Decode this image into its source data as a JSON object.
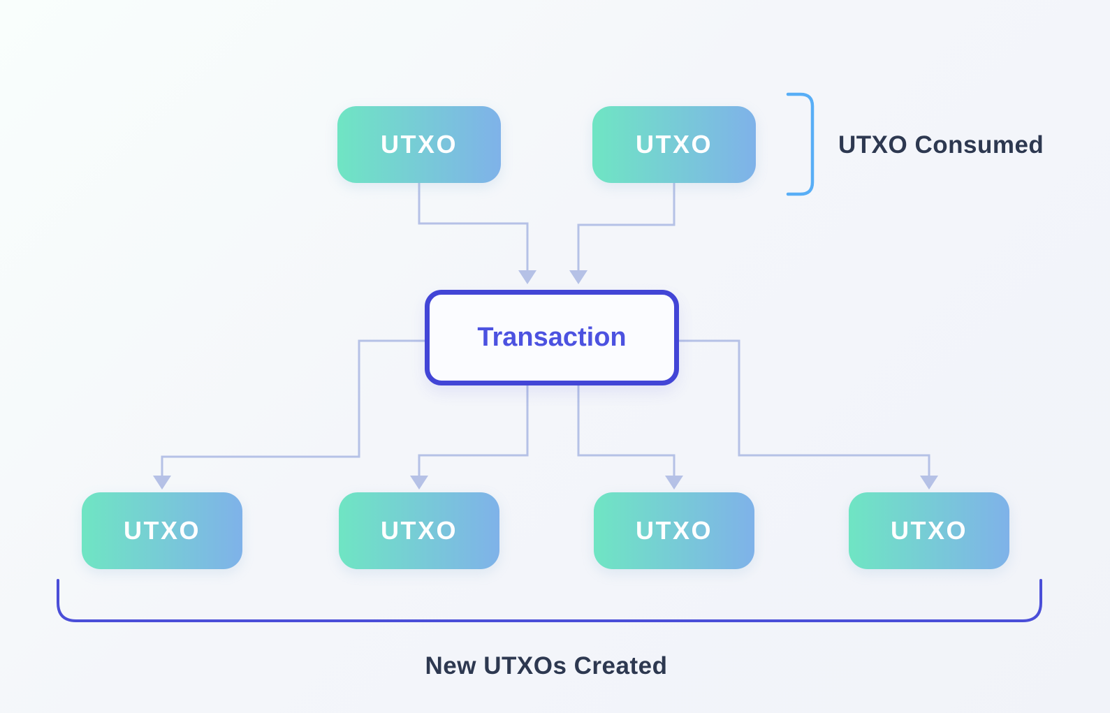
{
  "diagram": {
    "transaction": {
      "label": "Transaction"
    },
    "inputs": [
      {
        "label": "UTXO"
      },
      {
        "label": "UTXO"
      }
    ],
    "outputs": [
      {
        "label": "UTXO"
      },
      {
        "label": "UTXO"
      },
      {
        "label": "UTXO"
      },
      {
        "label": "UTXO"
      }
    ],
    "annotations": {
      "consumed": "UTXO Consumed",
      "created": "New UTXOs Created"
    },
    "colors": {
      "utxo_gradient_start": "#6fe5c3",
      "utxo_gradient_end": "#7fb2e9",
      "transaction_border": "#4245d6",
      "transaction_text": "#4c52e0",
      "connector": "#b5c1e6",
      "consumed_bracket": "#58aef6",
      "created_bracket": "#4a4ed8",
      "label_text": "#2d3850"
    }
  }
}
